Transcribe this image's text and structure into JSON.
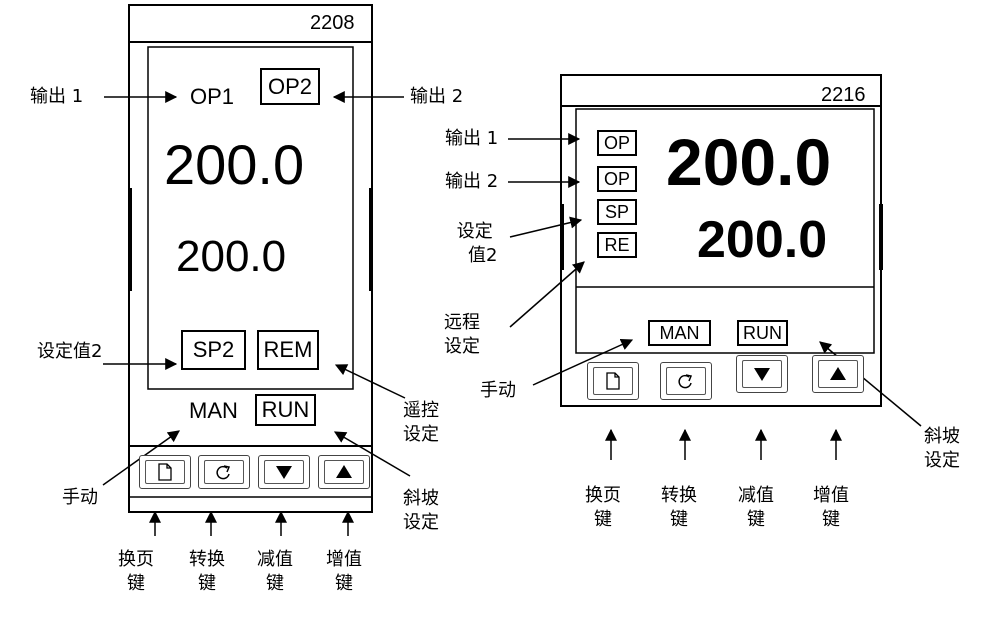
{
  "left_device": {
    "model": "2208",
    "op1": "OP1",
    "op2": "OP2",
    "pv": "200.0",
    "sv": "200.0",
    "sp2": "SP2",
    "rem": "REM",
    "man": "MAN",
    "run": "RUN"
  },
  "right_device": {
    "model": "2216",
    "op_a": "OP",
    "op_b": "OP",
    "sp": "SP",
    "re": "RE",
    "pv": "200.0",
    "sv": "200.0",
    "man": "MAN",
    "run": "RUN"
  },
  "left_labels": {
    "output1": "输出 1",
    "output2": "输出 2",
    "setpoint2": "设定值2",
    "remote_line1": "遥控",
    "remote_line2": "设定",
    "manual": "手动",
    "ramp_line1": "斜坡",
    "ramp_line2": "设定"
  },
  "right_labels": {
    "output1": "输出 1",
    "output2": "输出 2",
    "setpoint_line1": "设定",
    "setpoint_line2": "值2",
    "remote_line1": "远程",
    "remote_line2": "设定",
    "manual": "手动",
    "ramp_line1": "斜坡",
    "ramp_line2": "设定"
  },
  "key_labels": {
    "page_line1": "换页",
    "page_line2": "键",
    "scroll_line1": "转换",
    "scroll_line2": "键",
    "down_line1": "减值",
    "down_line2": "键",
    "up_line1": "增值",
    "up_line2": "键"
  },
  "icons": [
    "page-icon",
    "scroll-icon",
    "down-arrow-icon",
    "up-arrow-icon"
  ]
}
